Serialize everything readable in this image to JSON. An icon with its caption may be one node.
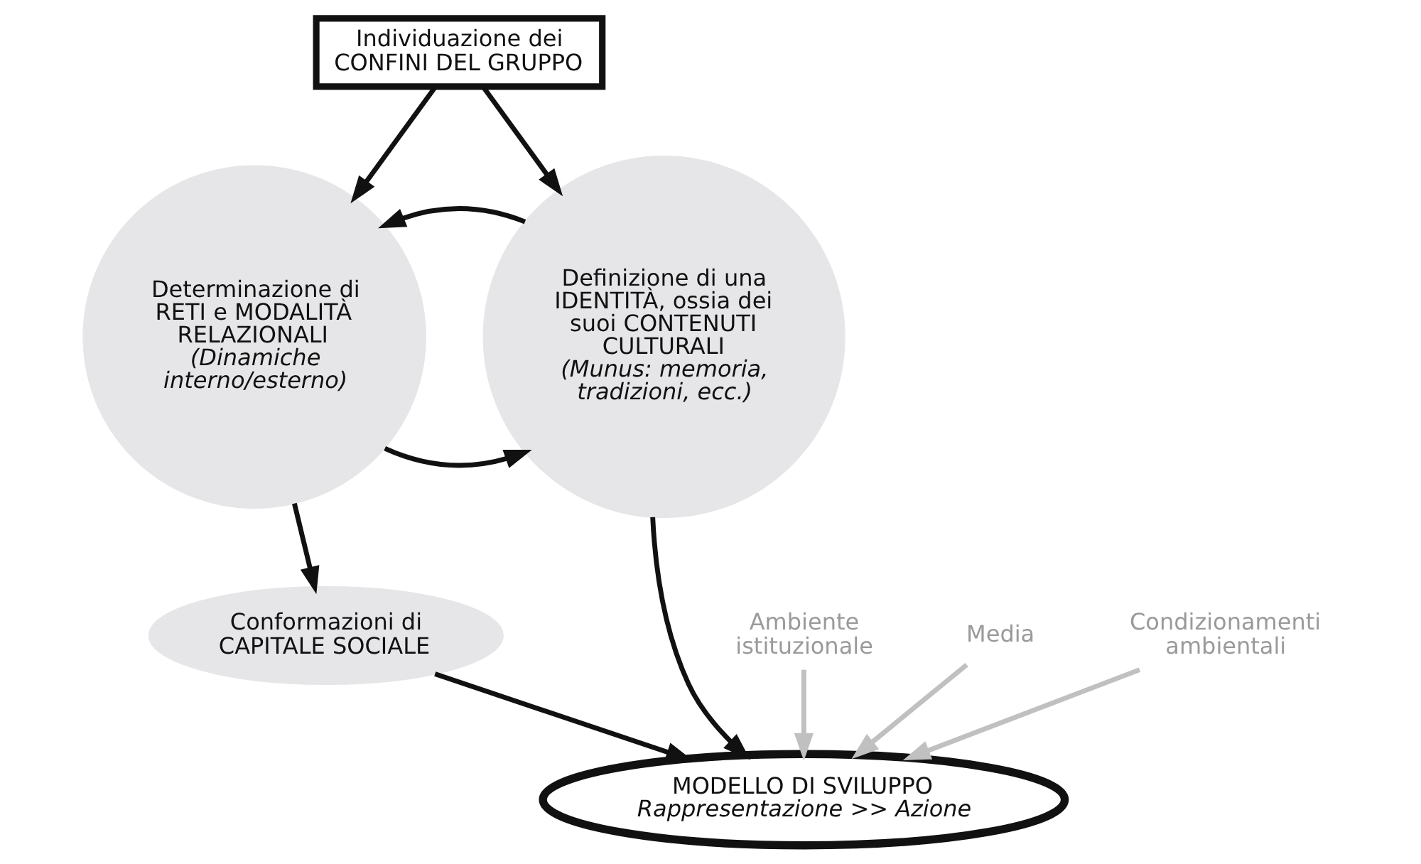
{
  "diagram": {
    "nodes": [
      {
        "text": [
          "Individuazione dei CONFINI DEL GRUPPO"
        ]
      },
      {
        "text": [
          "Determinazione di RETI e MODALITÀ RELAZIONALI",
          "(Dinamiche interno/esterno)"
        ]
      },
      {
        "text": [
          "Definizione di una IDENTITÀ, ossia dei suoi CONTENUTI CULTURALI",
          "(Munus: memoria, tradizioni, ecc.)"
        ]
      },
      {
        "text": [
          "Conformazioni di CAPITALE SOCIALE"
        ]
      },
      {
        "text": [
          "MODELLO DI SVILUPPO",
          "Rappresentazione >> Azione"
        ]
      },
      {
        "text": [
          "Ambiente istituzionale"
        ]
      },
      {
        "text": [
          "Media"
        ]
      },
      {
        "text": [
          "Condizionamenti ambientali"
        ]
      }
    ],
    "edges": [
      {
        "from": 0,
        "to": 1,
        "arrow": "to"
      },
      {
        "from": 0,
        "to": 2,
        "arrow": "to"
      },
      {
        "from": 1,
        "to": 2,
        "arrow": "to"
      },
      {
        "from": 2,
        "to": 1,
        "arrow": "to"
      },
      {
        "from": 1,
        "to": 3,
        "arrow": "to"
      },
      {
        "from": 3,
        "to": 4,
        "arrow": "to"
      },
      {
        "from": 2,
        "to": 4,
        "arrow": "to"
      },
      {
        "from": 5,
        "to": 4,
        "arrow": "to",
        "color": "#c0c0c0"
      },
      {
        "from": 6,
        "to": 4,
        "arrow": "to",
        "color": "#c0c0c0"
      },
      {
        "from": 7,
        "to": 4,
        "arrow": "to",
        "color": "#c0c0c0"
      }
    ]
  }
}
